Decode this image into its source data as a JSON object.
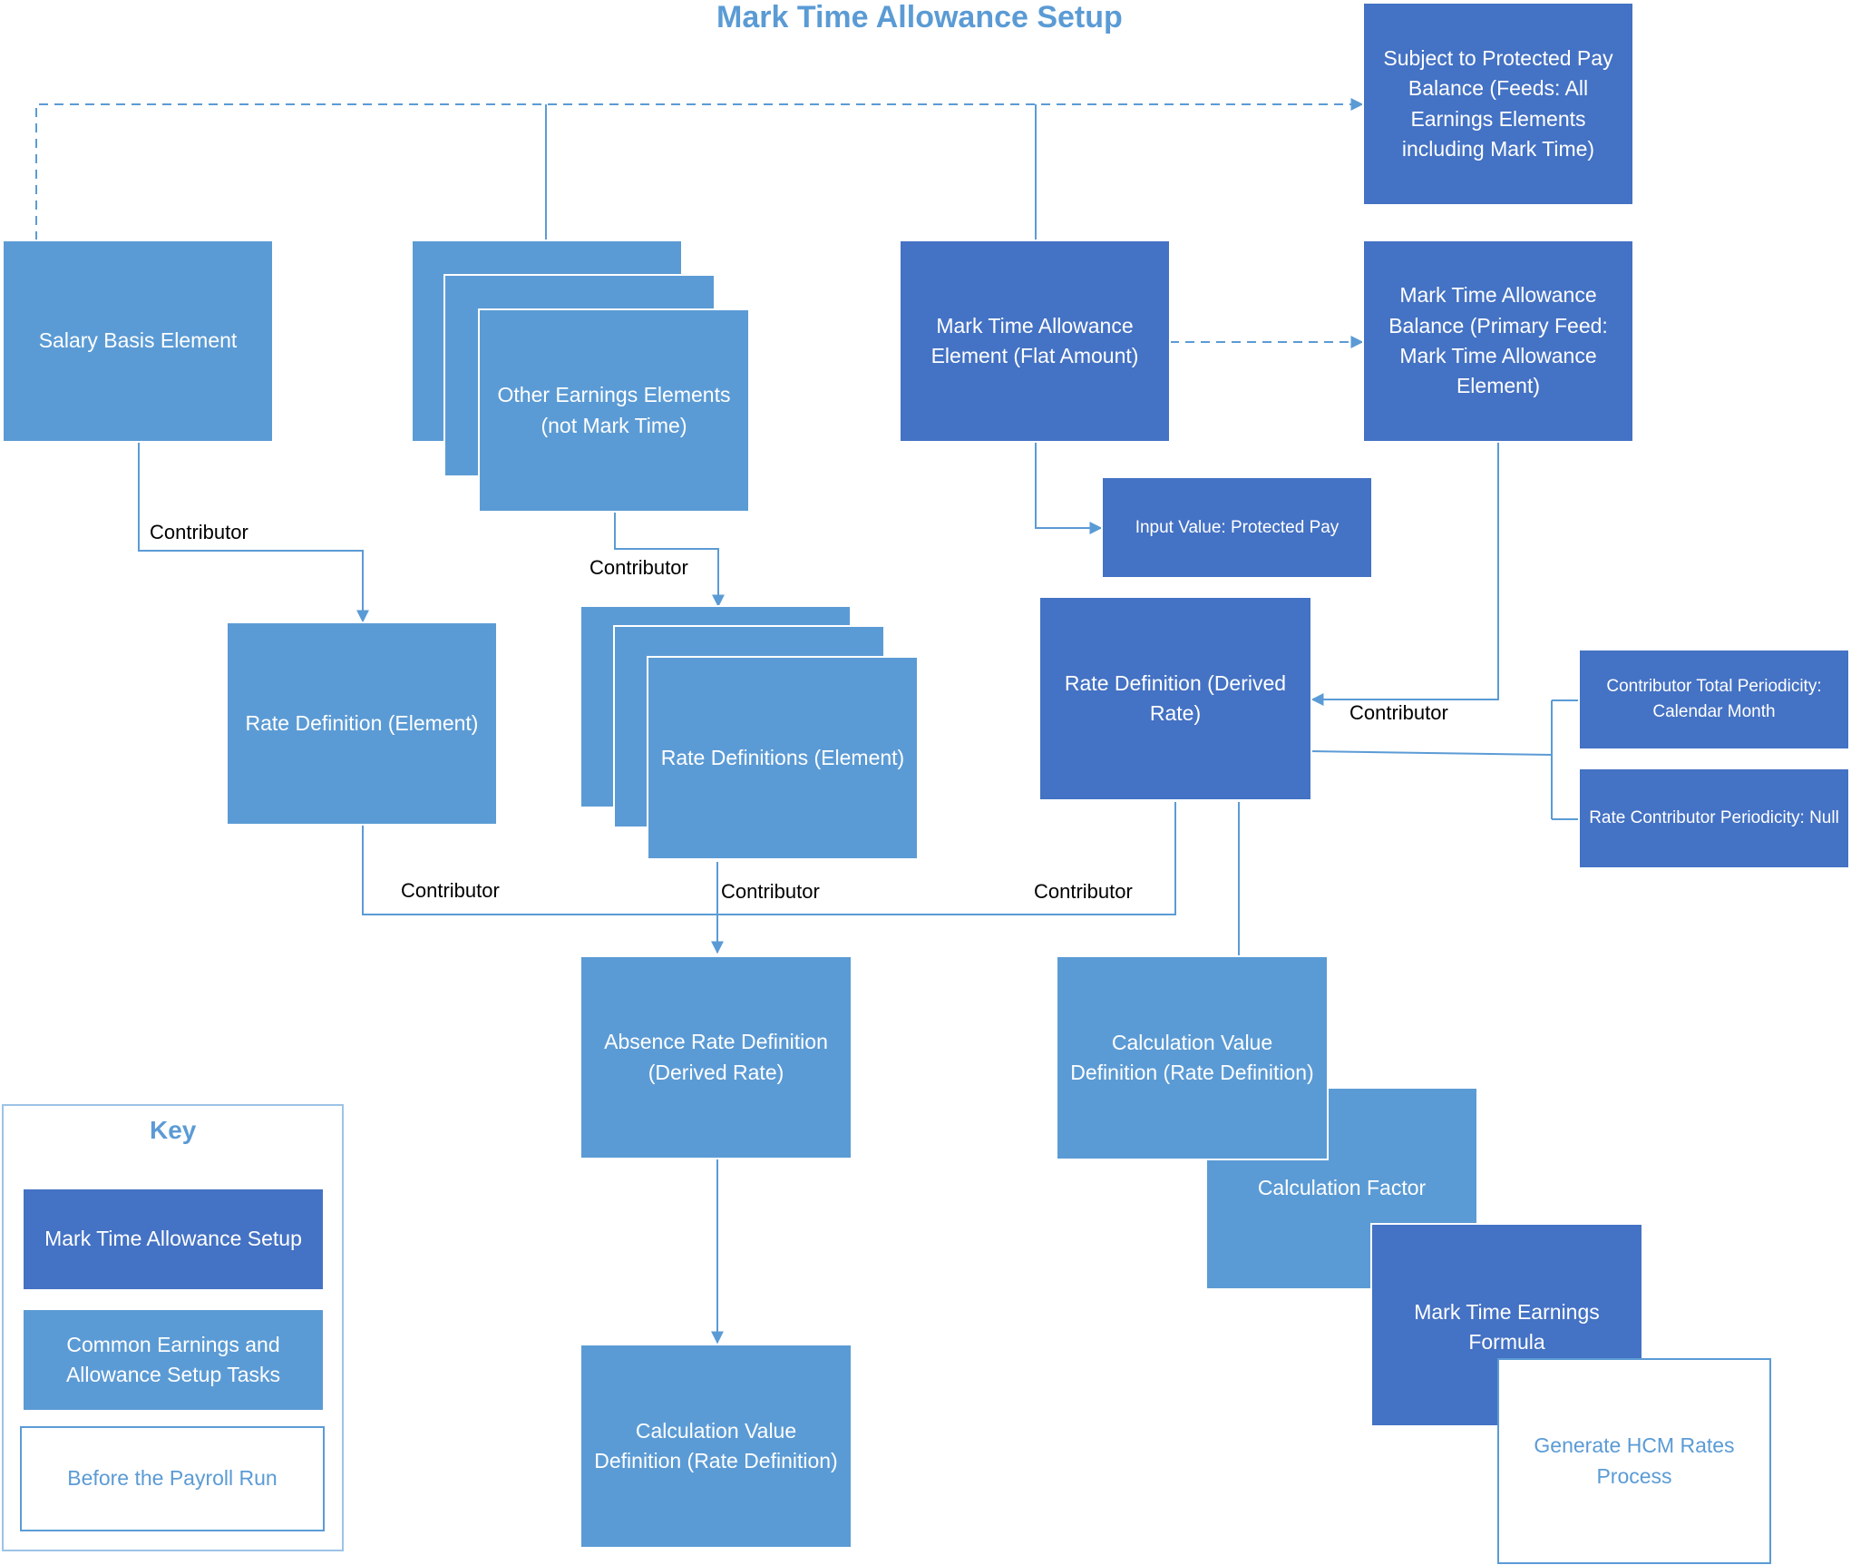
{
  "title": "Mark Time Allowance Setup",
  "nodes": {
    "subject_to_protected": "Subject to Protected Pay Balance (Feeds: All Earnings Elements including Mark Time)",
    "salary_basis": "Salary Basis Element",
    "other_earnings": "Other Earnings Elements (not Mark Time)",
    "mark_time_element": "Mark Time Allowance Element (Flat Amount)",
    "mark_time_balance": "Mark Time Allowance Balance (Primary Feed: Mark Time Allowance Element)",
    "input_value": "Input Value: Protected Pay",
    "rate_def_element": "Rate Definition (Element)",
    "rate_defs_element": "Rate Definitions (Element)",
    "rate_def_derived": "Rate Definition (Derived Rate)",
    "contrib_total_periodicity": "Contributor Total Periodicity: Calendar Month",
    "rate_contrib_periodicity": "Rate Contributor Periodicity: Null",
    "absence_rate_def": "Absence Rate Definition (Derived Rate)",
    "calc_value_def_right": "Calculation Value Definition (Rate Definition)",
    "calc_factor": "Calculation Factor",
    "mark_time_formula": "Mark Time Earnings Formula",
    "generate_hcm": "Generate HCM Rates Process",
    "calc_value_def_bottom": "Calculation Value Definition (Rate Definition)"
  },
  "edge_labels": {
    "salary_contrib": "Contributor",
    "other_contrib": "Contributor",
    "balance_contrib": "Contributor",
    "rate_element_contrib": "Contributor",
    "rate_defs_contrib": "Contributor",
    "derived_contrib": "Contributor"
  },
  "key": {
    "title": "Key",
    "items": [
      {
        "label": "Mark Time Allowance Setup",
        "style": "dark"
      },
      {
        "label": "Common Earnings and Allowance Setup Tasks",
        "style": "light"
      },
      {
        "label": "Before the Payroll Run",
        "style": "white"
      }
    ]
  },
  "colors": {
    "dark": "#4472c4",
    "light": "#5b9bd5",
    "white_border": "#5b9bd5",
    "title": "#5b9bd5"
  }
}
